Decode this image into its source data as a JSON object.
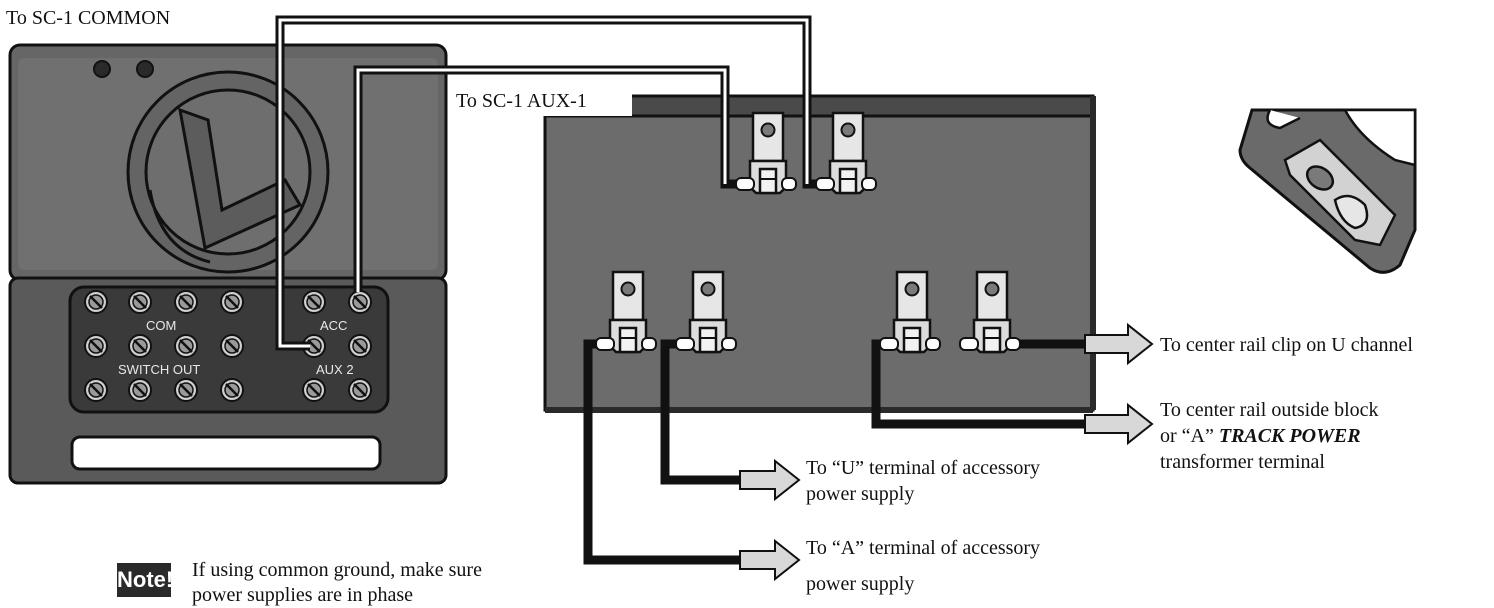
{
  "labels": {
    "sc1_common": "To SC-1 COMMON",
    "sc1_aux1": "To SC-1 AUX-1",
    "center_rail_u": "To center rail clip on U channel",
    "center_rail_outside_line1": "To center rail outside block",
    "center_rail_outside_line2_pre": "or “A” ",
    "center_rail_outside_line2_em": "TRACK POWER",
    "center_rail_outside_line3": "transformer terminal",
    "u_terminal_line1": "To “U” terminal of accessory",
    "u_terminal_line2": "power supply",
    "a_terminal_line1": "To “A” terminal of accessory",
    "a_terminal_line2": "power supply"
  },
  "controller": {
    "label_com": "COM",
    "label_acc": "ACC",
    "label_switch_out": "SWITCH OUT",
    "label_aux2": "AUX 2"
  },
  "note": {
    "badge": "Note!",
    "line1": "If using common ground, make sure",
    "line2": "power supplies are in phase"
  },
  "colors": {
    "panel_dark": "#555555",
    "panel_mid": "#6a6a6a",
    "panel_light": "#7a7a7a",
    "wire": "#111111"
  }
}
